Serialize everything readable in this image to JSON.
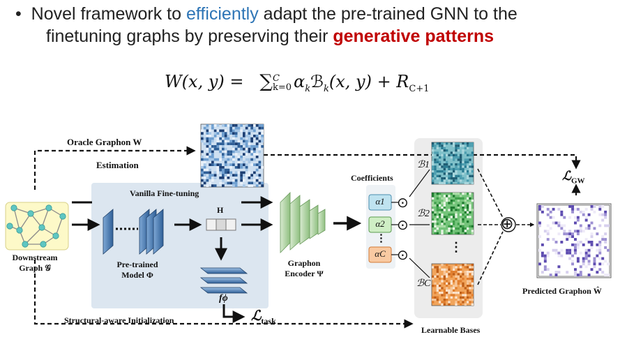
{
  "bullet": {
    "marker": "•",
    "line1_pre": "Novel framework to ",
    "line1_blue": "efficiently",
    "line1_post": " adapt the pre-trained GNN to the",
    "line2_pre": "finetuning graphs by preserving their ",
    "line2_red": "generative patterns"
  },
  "formula": {
    "lhs": "W(x, y) =",
    "sum": "∑",
    "sum_upper": "C",
    "sum_lower": "k=0",
    "term": "α",
    "term_sub": "k",
    "basis": "ℬ",
    "basis_sub": "k",
    "basis_args": "(x, y) + R",
    "residual_sub": "C+1"
  },
  "diagram": {
    "oracle_label": "Oracle Graphon W",
    "estimation_label": "Estimation",
    "vanilla_label": "Vanilla Fine-tuning",
    "h_label": "H",
    "pretrained_label_1": "Pre-trained",
    "pretrained_label_2": "Model Φ",
    "f_phi": "fϕ",
    "loss_task": "ℒ",
    "loss_task_sub": "task",
    "downstream_label_1": "Downstream",
    "downstream_label_2": "Graph 𝒢",
    "graphon_encoder_1": "Graphon",
    "graphon_encoder_2": "Encoder Ψ",
    "coefficients_label": "Coefficients",
    "alpha_1": "α1",
    "alpha_2": "α2",
    "alpha_c": "αC",
    "basis_1": "ℬ1",
    "basis_2": "ℬ2",
    "basis_c": "ℬC",
    "odot": "⊙",
    "oplus": "⊕",
    "vdots": "⋮",
    "loss_gw": "ℒ",
    "loss_gw_sub": "GW",
    "predicted_label": "Predicted Graphon Ŵ",
    "learnable_label": "Learnable Bases",
    "structural_label": "Structural-aware Initialization"
  },
  "colors": {
    "blue_text": "#2e75b6",
    "red_text": "#c00000",
    "panel_bg": "#dce6f0",
    "bases_bg": "#ececec",
    "graph_bg": "#fdf9c8",
    "node": "#5fc6c2",
    "alpha_1_bg": "#bfe3f0",
    "alpha_2_bg": "#cfeec5",
    "alpha_c_bg": "#f9caa2"
  }
}
